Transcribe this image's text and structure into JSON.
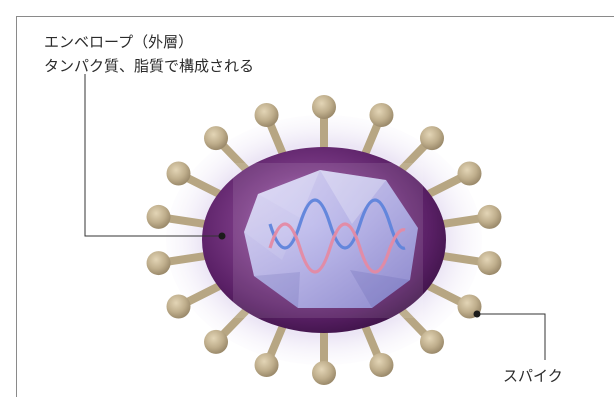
{
  "labels": {
    "envelope_line1": "エンベロープ（外層）",
    "envelope_line2": "タンパク質、脂質で構成される",
    "spike": "スパイク"
  },
  "colors": {
    "frame_line": "#8a8a8a",
    "spike_fill": "#c1b08f",
    "spike_shadow": "#9e8c6d",
    "envelope_outer": "#4e1b58",
    "envelope_mid": "#7b3b86",
    "envelope_highlight": "#b58ad0",
    "capsid": "#c8c7ee",
    "rna_blue": "#5b7fd8",
    "rna_pink": "#e38ba2",
    "leader_line": "#333333"
  }
}
